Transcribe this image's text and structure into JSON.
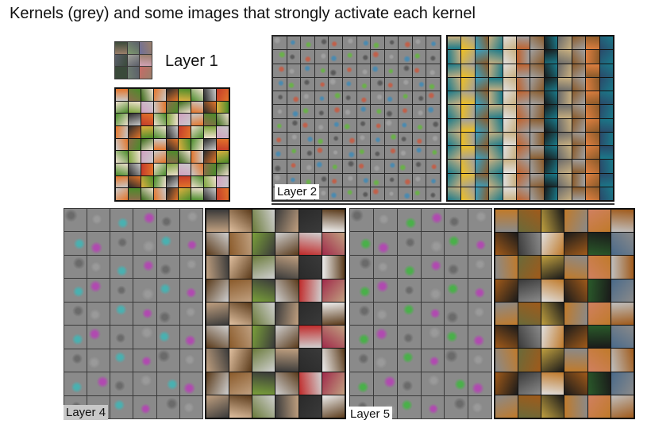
{
  "title": "Kernels (grey) and some images that strongly activate each kernel",
  "labels": {
    "layer1": "Layer 1",
    "layer2": "Layer 2",
    "layer4": "Layer 4",
    "layer5": "Layer 5"
  },
  "colors": {
    "kernel_grey": "#8a8a8a",
    "kernel_border": "#3a3a3a",
    "background": "#ffffff",
    "image_border": "#111111"
  },
  "palettes": {
    "layer1_kernel": [
      "#6f7f70",
      "#9a7f6a",
      "#6d6f9a",
      "#a3a39a",
      "#3a4a3a",
      "#c76a66",
      "#7f9a6e",
      "#5b5f6a",
      "#d2a3b6"
    ],
    "layer1_images": [
      "#2b2b2b",
      "#c9c9c9",
      "#e0b040",
      "#7aa33a",
      "#e3752a",
      "#c43a2a",
      "#8c6c4a",
      "#4a8c2a",
      "#d0a0c0",
      "#2a2a2a",
      "#f0e0d0",
      "#3a6a1a"
    ],
    "layer2_images": [
      "#1a1a1a",
      "#1a7a8a",
      "#c0602a",
      "#e08040",
      "#c9b080",
      "#6a6a6a",
      "#f0c020",
      "#a0a0a0",
      "#2a4a6a",
      "#e0e0e0",
      "#8a5a2a",
      "#3aa0c0"
    ],
    "layer4_images": [
      "#8a5a2a",
      "#c0a080",
      "#f0f0f0",
      "#c02a2a",
      "#3a3a3a",
      "#7aa03a",
      "#e0c0a0",
      "#5a3a1a",
      "#a02a4a",
      "#2a2a2a",
      "#d0d0d0",
      "#6a7a3a"
    ],
    "layer5_images": [
      "#3a3a3a",
      "#8a8a8a",
      "#c0c0c0",
      "#2a5a2a",
      "#c07a2a",
      "#e0e0e0",
      "#6a6a3a",
      "#a05a1a",
      "#4a6a8a",
      "#d08060",
      "#1a1a1a",
      "#c0a040"
    ]
  }
}
